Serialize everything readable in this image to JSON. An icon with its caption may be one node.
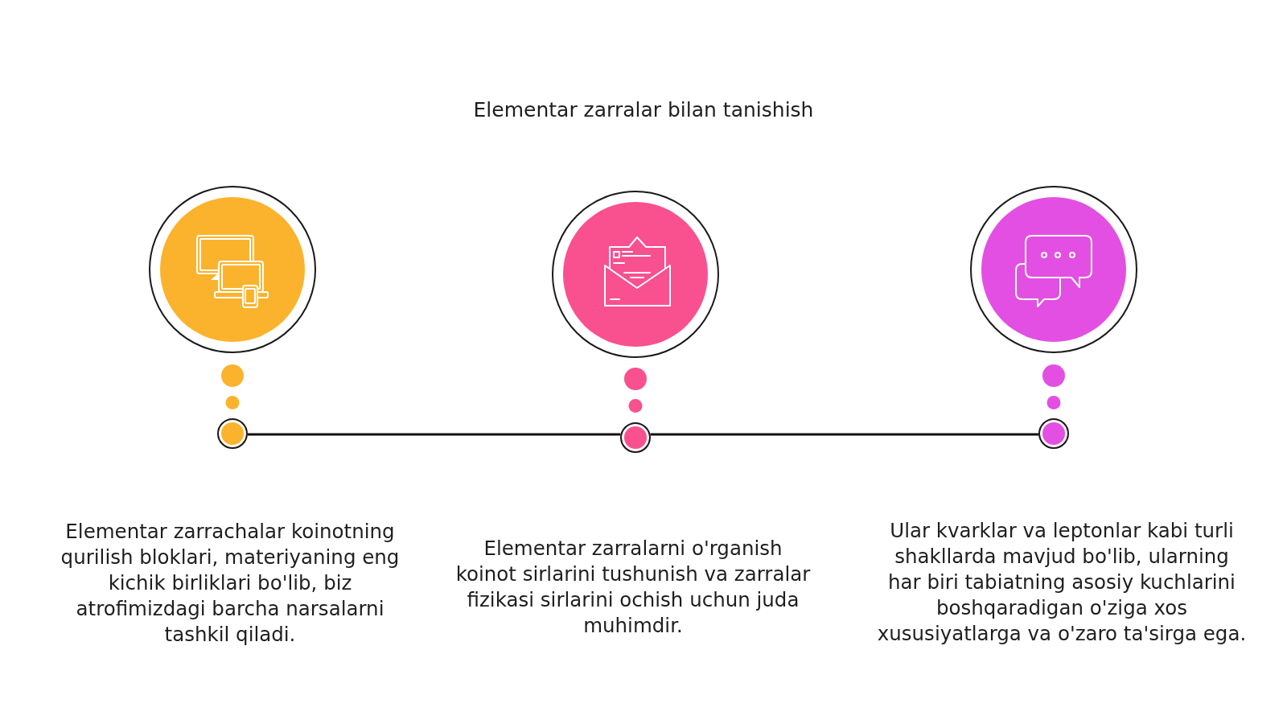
{
  "diagram": {
    "title": "Elementar zarralar bilan tanishish",
    "nodes": [
      {
        "text": [],
        "shape": "circle"
      },
      {
        "text": [],
        "shape": "circle"
      },
      {
        "text": [],
        "shape": "circle"
      }
    ],
    "edges": [
      {
        "from": 0,
        "to": 1,
        "arrow": "none"
      },
      {
        "from": 1,
        "to": 2,
        "arrow": "none"
      }
    ],
    "labels": [
      "Elementar zarrachalar koinotning qurilish bloklari, materiyaning eng kichik birliklari bo'lib, biz atrofimizdagi barcha narsalarni tashkil qiladi.",
      "Elementar zarralarni o'rganish koinot sirlarini tushunish va zarralar fizikasi sirlarini ochish uchun juda muhimdir.",
      "Ular kvarklar va leptonlar kabi turli shakllarda mavjud bo'lib, ularning har biri tabiatning asosiy kuchlarini boshqaradigan o'ziga xos xususiyatlarga va o'zaro ta'sirga ega."
    ]
  }
}
